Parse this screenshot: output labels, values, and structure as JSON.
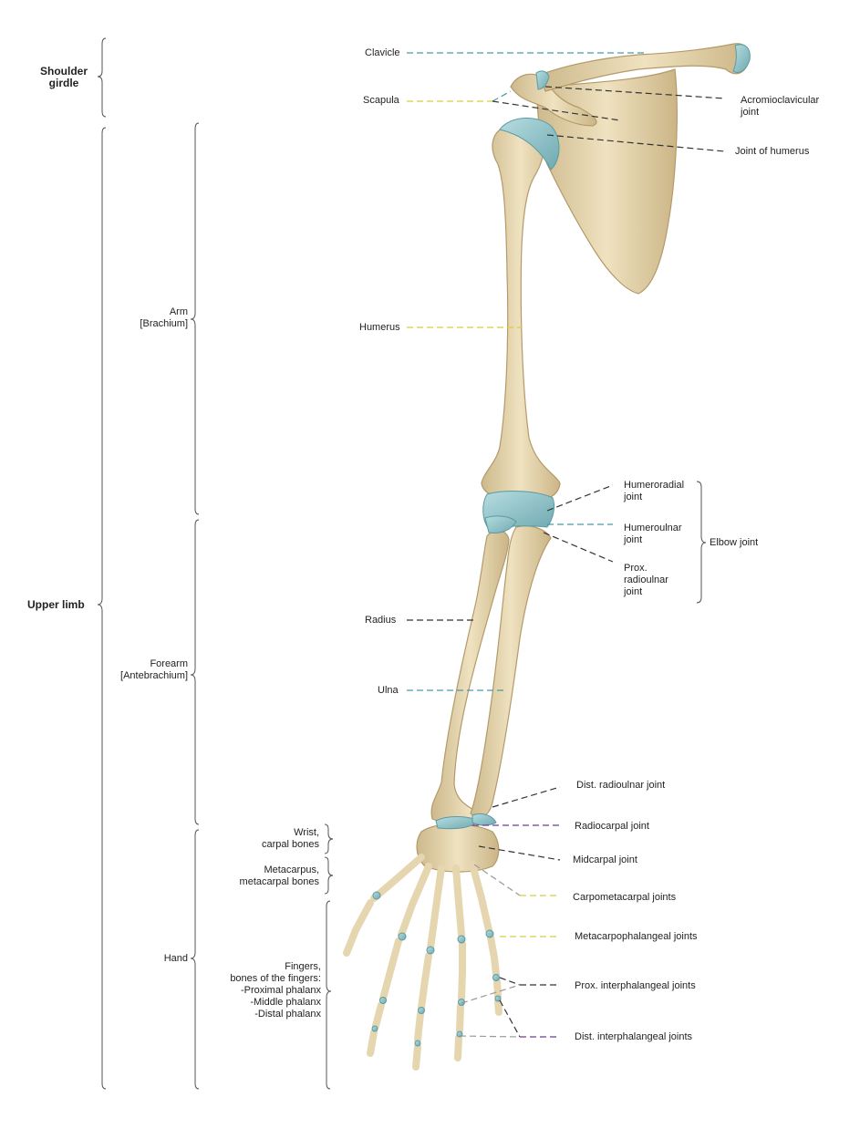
{
  "regions": {
    "shoulder_girdle": [
      "Shoulder",
      "girdle"
    ],
    "upper_limb": "Upper limb",
    "arm": [
      "Arm",
      "[Brachium]"
    ],
    "forearm": [
      "Forearm",
      "[Antebrachium]"
    ],
    "hand": "Hand",
    "wrist": [
      "Wrist,",
      "carpal bones"
    ],
    "metacarpus": [
      "Metacarpus,",
      "metacarpal bones"
    ],
    "fingers": [
      "Fingers,",
      "bones of the fingers:",
      "-Proximal phalanx",
      "-Middle phalanx",
      "-Distal phalanx"
    ]
  },
  "bones": {
    "clavicle": "Clavicle",
    "scapula": "Scapula",
    "humerus": "Humerus",
    "radius": "Radius",
    "ulna": "Ulna"
  },
  "joints": {
    "acromioclavicular": [
      "Acromioclavicular",
      "joint"
    ],
    "humerus": "Joint of humerus",
    "humeroradial": [
      "Humeroradial",
      "joint"
    ],
    "humeroulnar": [
      "Humeroulnar",
      "joint"
    ],
    "prox_radioulnar": [
      "Prox.",
      "radioulnar",
      "joint"
    ],
    "elbow": "Elbow joint",
    "dist_radioulnar": "Dist. radioulnar joint",
    "radiocarpal": "Radiocarpal joint",
    "midcarpal": "Midcarpal joint",
    "carpometacarpal": "Carpometacarpal joints",
    "metacarpophalangeal": "Metacarpophalangeal joints",
    "prox_interphalangeal": "Prox. interphalangeal joints",
    "dist_interphalangeal": "Dist. interphalangeal joints"
  },
  "colors": {
    "bone": "#e6d6b0",
    "bone_edge": "#b49a6a",
    "joint": "#8fc4c8",
    "joint_edge": "#5a9aa2",
    "purple": "#6a3d8f",
    "yellow": "#d8cf3a",
    "teal": "#4a9aa8",
    "dark": "#333333"
  }
}
